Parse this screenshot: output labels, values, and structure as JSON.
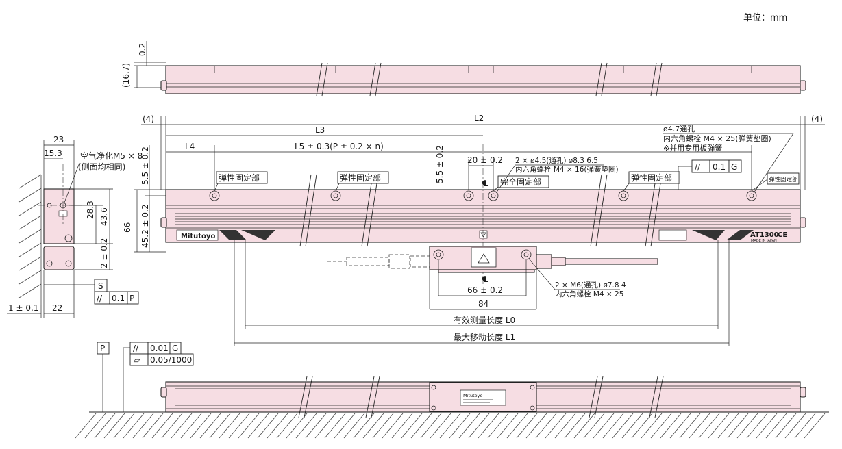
{
  "unit_label": "单位：mm",
  "top_view": {
    "dim_02": "0.2",
    "dim_167": "(16.7)"
  },
  "main_view": {
    "dim_4_left": "(4)",
    "dim_4_right": "(4)",
    "L2": "L2",
    "L3": "L3",
    "L4": "L4",
    "L5": "L5 ± 0.3(P ± 0.2 × n)",
    "dim_20": "20 ± 0.2",
    "dim_55_left": "5.5 ± 0.2",
    "dim_55_mid": "5.5 ± 0.2",
    "dim_66": "66",
    "dim_452": "45.2 ± 0.2",
    "hole_note_1": "ø4.7通孔",
    "hole_note_2": "内六角螺栓 M4 × 25(弹簧垫圈)",
    "hole_note_3": "※并用专用板弹簧",
    "mid_hole_1": "2 × ø4.5(通孔)  ø8.3  6.5",
    "mid_hole_2": "内六角螺栓 M4 × 16(弹簧垫圈)",
    "parallel_sym": "//",
    "parallel_val": "0.1",
    "parallel_ref": "G",
    "elastic_1": "弹性固定部",
    "elastic_2": "弹性固定部",
    "elastic_3": "弹性固定部",
    "elastic_4": "弹性固定部",
    "full_fix": "完全固定部",
    "center_mark": "℄",
    "brand": "Mitutoyo",
    "model": "AT1300",
    "ce": "CE",
    "small_badge": "MADE IN JAPAN",
    "head_hole_1": "2 × M6(通孔)  ø7.8  4",
    "head_hole_2": "内六角螺栓 M4 × 25",
    "dim_66_head": "66 ± 0.2",
    "dim_84": "84",
    "L0": "有效测量长度 L0",
    "L1": "最大移动长度 L1"
  },
  "side_view": {
    "dim_23": "23",
    "dim_153": "15.3",
    "air_1": "空气净化M5 × 8",
    "air_2": "(侧面均相同)",
    "dim_283": "28.3",
    "dim_436": "43.6",
    "dim_2": "2 ± 0.2",
    "datum_S": "S",
    "par_sym": "//",
    "par_val": "0.1",
    "par_ref": "P",
    "dim_1": "1 ± 0.1",
    "dim_22": "22"
  },
  "bottom_view": {
    "datum_P": "P",
    "tol1_sym": "//",
    "tol1_val": "0.01",
    "tol1_ref": "G",
    "tol2_sym": "▱",
    "tol2_val": "0.05/1000",
    "label_text": "Mitutoyo"
  },
  "colors": {
    "body": "#f6dde3",
    "line": "#222222"
  }
}
